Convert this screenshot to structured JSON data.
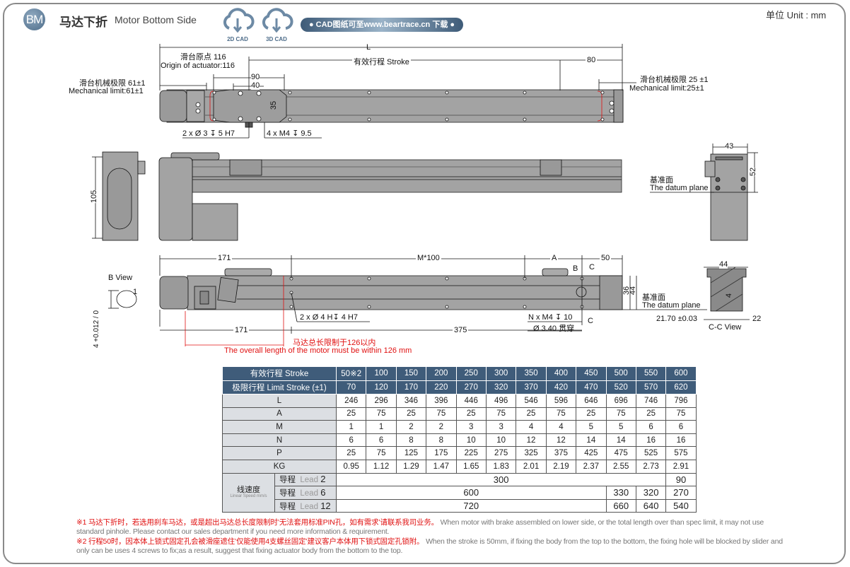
{
  "header": {
    "logo": "BM",
    "title_cn": "马达下折",
    "title_en": "Motor Bottom Side",
    "cad_2d": "2D CAD",
    "cad_3d": "3D CAD",
    "download_banner": "● CAD图纸可至www.beartrace.cn 下载 ●",
    "unit": "单位  Unit : mm"
  },
  "colors": {
    "accent": "#3f5c7a",
    "body_gray": "#a3a3a3",
    "warning_red": "#e01010"
  },
  "drawing": {
    "L": "L",
    "origin_cn": "滑台原点 116",
    "origin_en": "Origin of actuator:116",
    "stroke": "有效行程 Stroke",
    "dim_80": "80",
    "dim_90": "90",
    "dim_40": "40",
    "dim_35": "35",
    "mech_left_cn": "滑台机械极限 61±1",
    "mech_left_en": "Mechanical limit:61±1",
    "mech_right_cn": "滑台机械极限 25 ±1",
    "mech_right_en": "Mechanical limit:25±1",
    "pin_hole": "2 x Ø 3 ↧ 5 H7",
    "m4_hole": "4 x M4 ↧ 9.5",
    "dim_105": "105",
    "dim_43": "43",
    "dim_52": "52",
    "datum_cn": "基准面",
    "datum_en": "The datum plane",
    "dim_171_top": "171",
    "m100": "M*100",
    "A": "A",
    "dim_50": "50",
    "B": "B",
    "C": "C",
    "dim_36": "36",
    "dim_44": "44",
    "b_view": "B View",
    "b_dim_1": "1",
    "b_tol": "4 +0.012 / 0",
    "bottom_pin": "2 x Ø 4 H↧ 4 H7",
    "n_m4": "N x M4 ↧ 10",
    "thru": "Ø 3.40 贯穿",
    "dim_171_bottom": "171",
    "dim_375": "375",
    "motor_limit_cn": "马达总长限制于126以内",
    "motor_limit_en": "The overall length of the motor must be within 126 mm",
    "cc_44": "44",
    "cc_4": "4",
    "cc_2170": "21.70 ±0.03",
    "cc_22": "22",
    "cc_view": "C-C View"
  },
  "table": {
    "stroke_label": "有效行程 Stroke",
    "strokes": [
      "50※2",
      "100",
      "150",
      "200",
      "250",
      "300",
      "350",
      "400",
      "450",
      "500",
      "550",
      "600"
    ],
    "limit_label": "极限行程 Limit Stroke (±1)",
    "limits": [
      "70",
      "120",
      "170",
      "220",
      "270",
      "320",
      "370",
      "420",
      "470",
      "520",
      "570",
      "620"
    ],
    "rows": [
      {
        "label": "L",
        "values": [
          "246",
          "296",
          "346",
          "396",
          "446",
          "496",
          "546",
          "596",
          "646",
          "696",
          "746",
          "796"
        ]
      },
      {
        "label": "A",
        "values": [
          "25",
          "75",
          "25",
          "75",
          "25",
          "75",
          "25",
          "75",
          "25",
          "75",
          "25",
          "75"
        ]
      },
      {
        "label": "M",
        "values": [
          "1",
          "1",
          "2",
          "2",
          "3",
          "3",
          "4",
          "4",
          "5",
          "5",
          "6",
          "6"
        ]
      },
      {
        "label": "N",
        "values": [
          "6",
          "6",
          "8",
          "8",
          "10",
          "10",
          "12",
          "12",
          "14",
          "14",
          "16",
          "16"
        ]
      },
      {
        "label": "P",
        "values": [
          "25",
          "75",
          "125",
          "175",
          "225",
          "275",
          "325",
          "375",
          "425",
          "475",
          "525",
          "575"
        ]
      },
      {
        "label": "KG",
        "values": [
          "0.95",
          "1.12",
          "1.29",
          "1.47",
          "1.65",
          "1.83",
          "2.01",
          "2.19",
          "2.37",
          "2.55",
          "2.73",
          "2.91"
        ]
      }
    ],
    "speed_label_cn": "线速度",
    "speed_label_en": "Linear Speed mm/s",
    "lead_cn": "导程",
    "speeds": [
      {
        "lead": "Lead",
        "lead_num": "2",
        "main": "300",
        "extra": [
          "90"
        ]
      },
      {
        "lead": "Lead",
        "lead_num": "6",
        "main": "600",
        "extra": [
          "330",
          "320",
          "270"
        ]
      },
      {
        "lead": "Lead",
        "lead_num": "12",
        "main": "720",
        "extra": [
          "660",
          "640",
          "540"
        ]
      }
    ]
  },
  "notes": {
    "n1_cn": "※1 马达下折时，若选用刹车马达，或是超出马达总长度限制时’无法套用标准PIN孔，如有需求’请联系我司业务。",
    "n1_en": "When motor with brake assembled on lower side, or the total length over than spec limit, it may not use standard pinhole. Please contact our sales department if you need more information & requirement.",
    "n2_cn": "※2 行程50时，因本体上锁式固定孔会被滑座遮住’仅能使用4支螺丝固定’建议客户本体用下锁式固定孔锁附。",
    "n2_en": "When the stroke is 50mm, if fixing the body from the top to the bottom, the fixing hole will be blocked by slider and only can be uses 4 screws to fix;as a result, suggest that fixing actuator body from the bottom to the top."
  }
}
